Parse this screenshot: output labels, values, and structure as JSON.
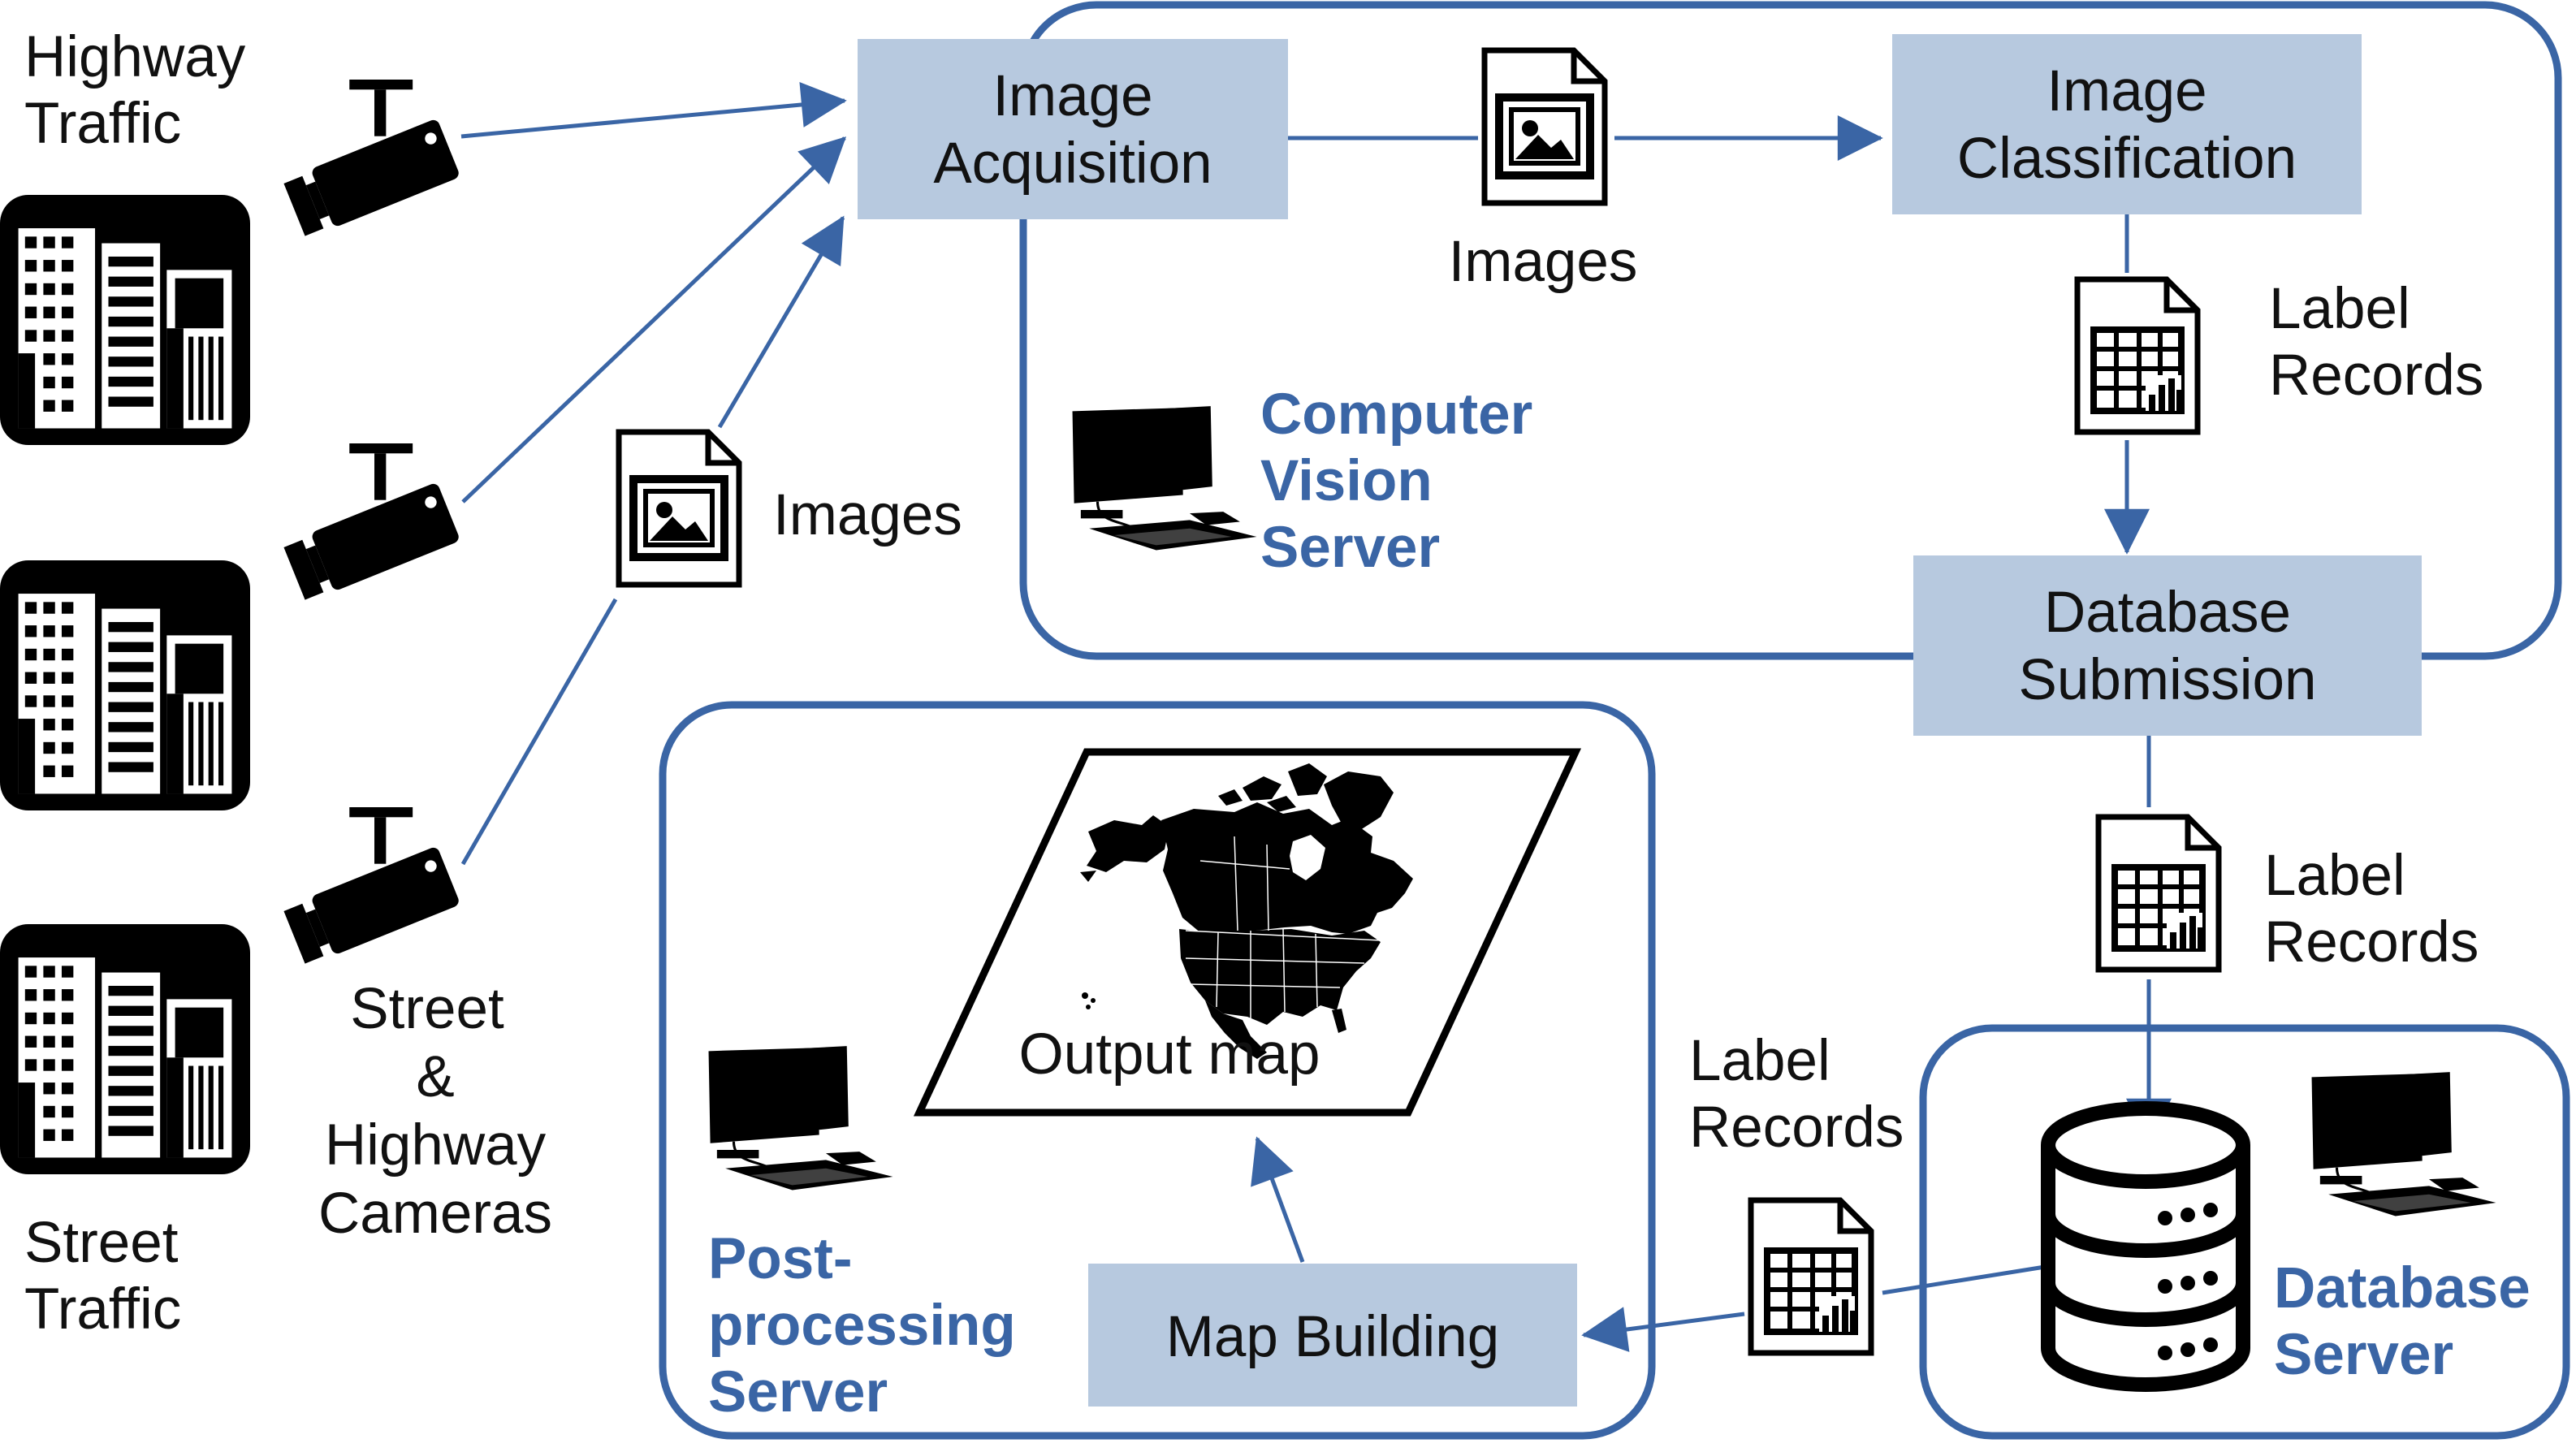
{
  "colors": {
    "accent_blue": "#3a65a5",
    "box_fill": "#b7c9df",
    "black": "#000000"
  },
  "sources": {
    "highway_label": [
      "Highway",
      "Traffic"
    ],
    "street_label": [
      "Street",
      "Traffic"
    ],
    "cameras_label": [
      "Street",
      "&",
      "Highway",
      "Cameras"
    ],
    "images_label": "Images"
  },
  "cv_server": {
    "title": [
      "Computer",
      "Vision",
      "Server"
    ],
    "acquisition": [
      "Image",
      "Acquisition"
    ],
    "classification": [
      "Image",
      "Classification"
    ],
    "images_label": "Images",
    "records_label": [
      "Label",
      "Records"
    ],
    "submission": [
      "Database",
      "Submission"
    ]
  },
  "db_server": {
    "title": [
      "Database",
      "Server"
    ],
    "records_label": [
      "Label",
      "Records"
    ]
  },
  "post_server": {
    "title": [
      "Post-",
      "processing",
      "Server"
    ],
    "map_building": "Map Building",
    "output_map": "Output map",
    "records_label": [
      "Label",
      "Records"
    ]
  },
  "icons": [
    "building-icon",
    "security-camera-icon",
    "image-file-icon",
    "spreadsheet-file-icon",
    "computer-icon",
    "database-icon",
    "north-america-map-icon"
  ]
}
